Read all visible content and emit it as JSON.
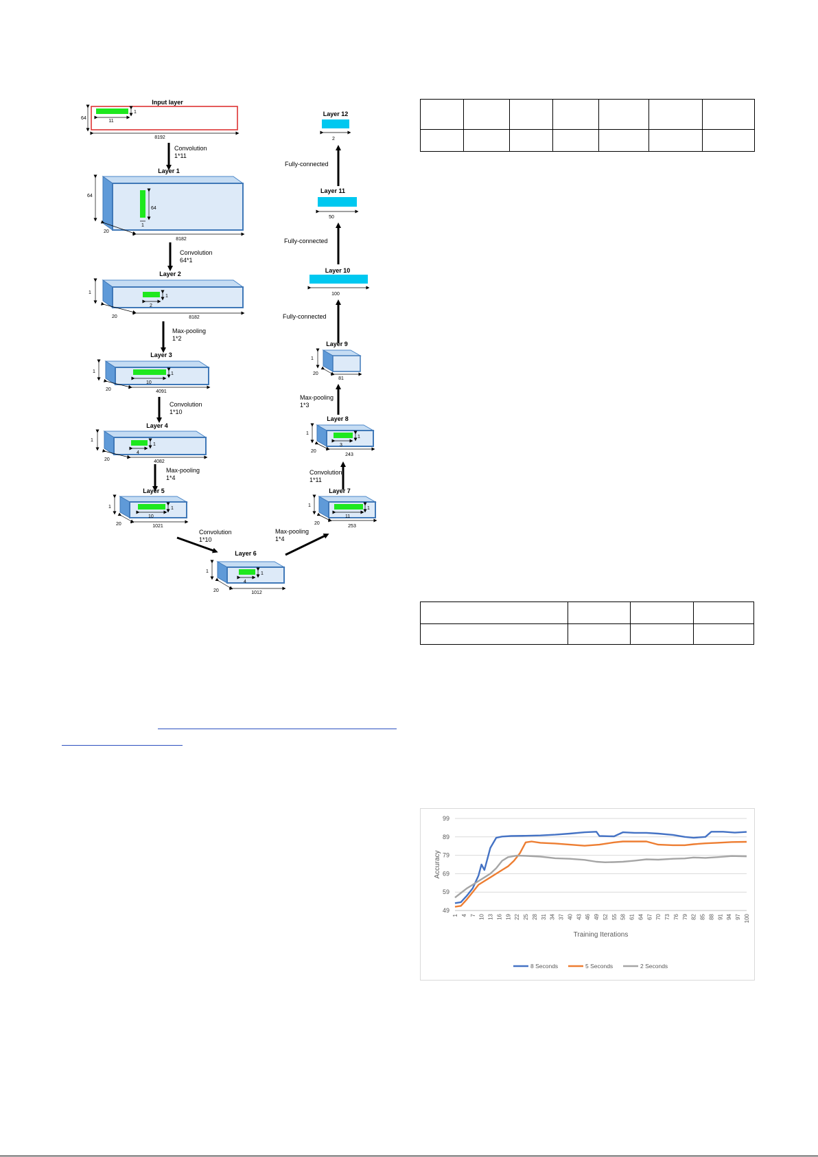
{
  "figure_cnn": {
    "input": {
      "title": "Input layer",
      "height": "64",
      "kernel_w": "11",
      "kernel_h": "1",
      "width": "8192"
    },
    "steps": [
      {
        "title": "Layer 1",
        "op": "Convolution",
        "op_size": "1*11",
        "depth": "20",
        "height": "64",
        "width": "8182",
        "kernel_w": "1",
        "kernel_h": "64"
      },
      {
        "title": "Layer 2",
        "op": "Convolution",
        "op_size": "64*1",
        "depth": "20",
        "height": "1",
        "width": "8182",
        "kernel_w": "2",
        "kernel_h": "1"
      },
      {
        "title": "Layer 3",
        "op": "Max-pooling",
        "op_size": "1*2",
        "depth": "20",
        "height": "1",
        "width": "4091",
        "kernel_w": "10",
        "kernel_h": "1"
      },
      {
        "title": "Layer 4",
        "op": "Convolution",
        "op_size": "1*10",
        "depth": "20",
        "height": "1",
        "width": "4082",
        "kernel_w": "4",
        "kernel_h": "1"
      },
      {
        "title": "Layer 5",
        "op": "Max-pooling",
        "op_size": "1*4",
        "depth": "20",
        "height": "1",
        "width": "1021",
        "kernel_w": "10",
        "kernel_h": "1"
      },
      {
        "title": "Layer 6",
        "op": "Convolution",
        "op_size": "1*10",
        "depth": "20",
        "height": "1",
        "width": "1012",
        "kernel_w": "4",
        "kernel_h": "1"
      },
      {
        "title": "Layer 7",
        "op": "Max-pooling",
        "op_size": "1*4",
        "depth": "20",
        "height": "1",
        "width": "253",
        "kernel_w": "11",
        "kernel_h": "1"
      },
      {
        "title": "Layer 8",
        "op": "Convolution",
        "op_size": "1*11",
        "depth": "20",
        "height": "1",
        "width": "243",
        "kernel_w": "3",
        "kernel_h": "1"
      },
      {
        "title": "Layer 9",
        "op": "Max-pooling",
        "op_size": "1*3",
        "depth": "20",
        "height": "1",
        "width": "81"
      }
    ],
    "fc": [
      {
        "title": "Layer 10",
        "op": "Fully-connected",
        "width": "100"
      },
      {
        "title": "Layer 11",
        "op": "Fully-connected",
        "width": "50"
      },
      {
        "title": "Layer 12",
        "op": "Fully-connected",
        "width": "2"
      }
    ]
  },
  "chart_data": {
    "type": "line",
    "title": "",
    "xlabel": "Training Iterations",
    "ylabel": "Accuracy",
    "ylim": [
      49,
      99
    ],
    "yticks": [
      "49",
      "59",
      "69",
      "79",
      "89",
      "99"
    ],
    "xticks": [
      "1",
      "4",
      "7",
      "10",
      "13",
      "16",
      "19",
      "22",
      "25",
      "28",
      "31",
      "34",
      "37",
      "40",
      "43",
      "46",
      "49",
      "52",
      "55",
      "58",
      "61",
      "64",
      "67",
      "70",
      "73",
      "76",
      "79",
      "82",
      "85",
      "88",
      "91",
      "94",
      "97",
      "100"
    ],
    "legend_position": "bottom",
    "grid": true,
    "series": [
      {
        "name": "8 Seconds",
        "color": "#4472c4",
        "points": [
          [
            1,
            53
          ],
          [
            3,
            53.5
          ],
          [
            5,
            57
          ],
          [
            7,
            61
          ],
          [
            9,
            68
          ],
          [
            10,
            74
          ],
          [
            11,
            71
          ],
          [
            13,
            83
          ],
          [
            15,
            88.5
          ],
          [
            17,
            89.2
          ],
          [
            20,
            89.5
          ],
          [
            25,
            89.6
          ],
          [
            30,
            89.8
          ],
          [
            35,
            90.2
          ],
          [
            40,
            90.8
          ],
          [
            45,
            91.5
          ],
          [
            49,
            91.8
          ],
          [
            50,
            89.5
          ],
          [
            55,
            89.3
          ],
          [
            58,
            91.5
          ],
          [
            62,
            91.2
          ],
          [
            66,
            91.2
          ],
          [
            70,
            90.8
          ],
          [
            75,
            90.1
          ],
          [
            79,
            89
          ],
          [
            82,
            88.5
          ],
          [
            86,
            89
          ],
          [
            88,
            91.8
          ],
          [
            92,
            91.8
          ],
          [
            96,
            91.3
          ],
          [
            100,
            91.7
          ]
        ]
      },
      {
        "name": "5 Seconds",
        "color": "#ed7d31",
        "points": [
          [
            1,
            51
          ],
          [
            3,
            51.5
          ],
          [
            5,
            55
          ],
          [
            7,
            59
          ],
          [
            9,
            63
          ],
          [
            11,
            65
          ],
          [
            13,
            67
          ],
          [
            15,
            69
          ],
          [
            17,
            71
          ],
          [
            19,
            73
          ],
          [
            21,
            76
          ],
          [
            23,
            80
          ],
          [
            25,
            86
          ],
          [
            27,
            86.5
          ],
          [
            30,
            85.8
          ],
          [
            35,
            85.4
          ],
          [
            40,
            84.8
          ],
          [
            45,
            84.2
          ],
          [
            50,
            84.8
          ],
          [
            55,
            86
          ],
          [
            58,
            86.5
          ],
          [
            62,
            86.5
          ],
          [
            66,
            86.5
          ],
          [
            70,
            84.8
          ],
          [
            75,
            84.5
          ],
          [
            79,
            84.5
          ],
          [
            82,
            85
          ],
          [
            86,
            85.5
          ],
          [
            90,
            85.8
          ],
          [
            95,
            86.2
          ],
          [
            100,
            86.3
          ]
        ]
      },
      {
        "name": "2 Seconds",
        "color": "#a5a5a5",
        "points": [
          [
            1,
            56
          ],
          [
            3,
            58.5
          ],
          [
            5,
            61
          ],
          [
            7,
            63
          ],
          [
            9,
            65
          ],
          [
            11,
            67
          ],
          [
            13,
            69
          ],
          [
            15,
            72
          ],
          [
            17,
            76
          ],
          [
            19,
            78
          ],
          [
            22,
            78.8
          ],
          [
            25,
            78.7
          ],
          [
            30,
            78.3
          ],
          [
            35,
            77.4
          ],
          [
            40,
            77.1
          ],
          [
            45,
            76.5
          ],
          [
            49,
            75.5
          ],
          [
            52,
            75.2
          ],
          [
            55,
            75.3
          ],
          [
            58,
            75.5
          ],
          [
            62,
            76.1
          ],
          [
            66,
            76.8
          ],
          [
            70,
            76.6
          ],
          [
            75,
            77.1
          ],
          [
            79,
            77.3
          ],
          [
            82,
            77.8
          ],
          [
            86,
            77.6
          ],
          [
            90,
            78
          ],
          [
            95,
            78.6
          ],
          [
            100,
            78.4
          ]
        ]
      }
    ]
  }
}
